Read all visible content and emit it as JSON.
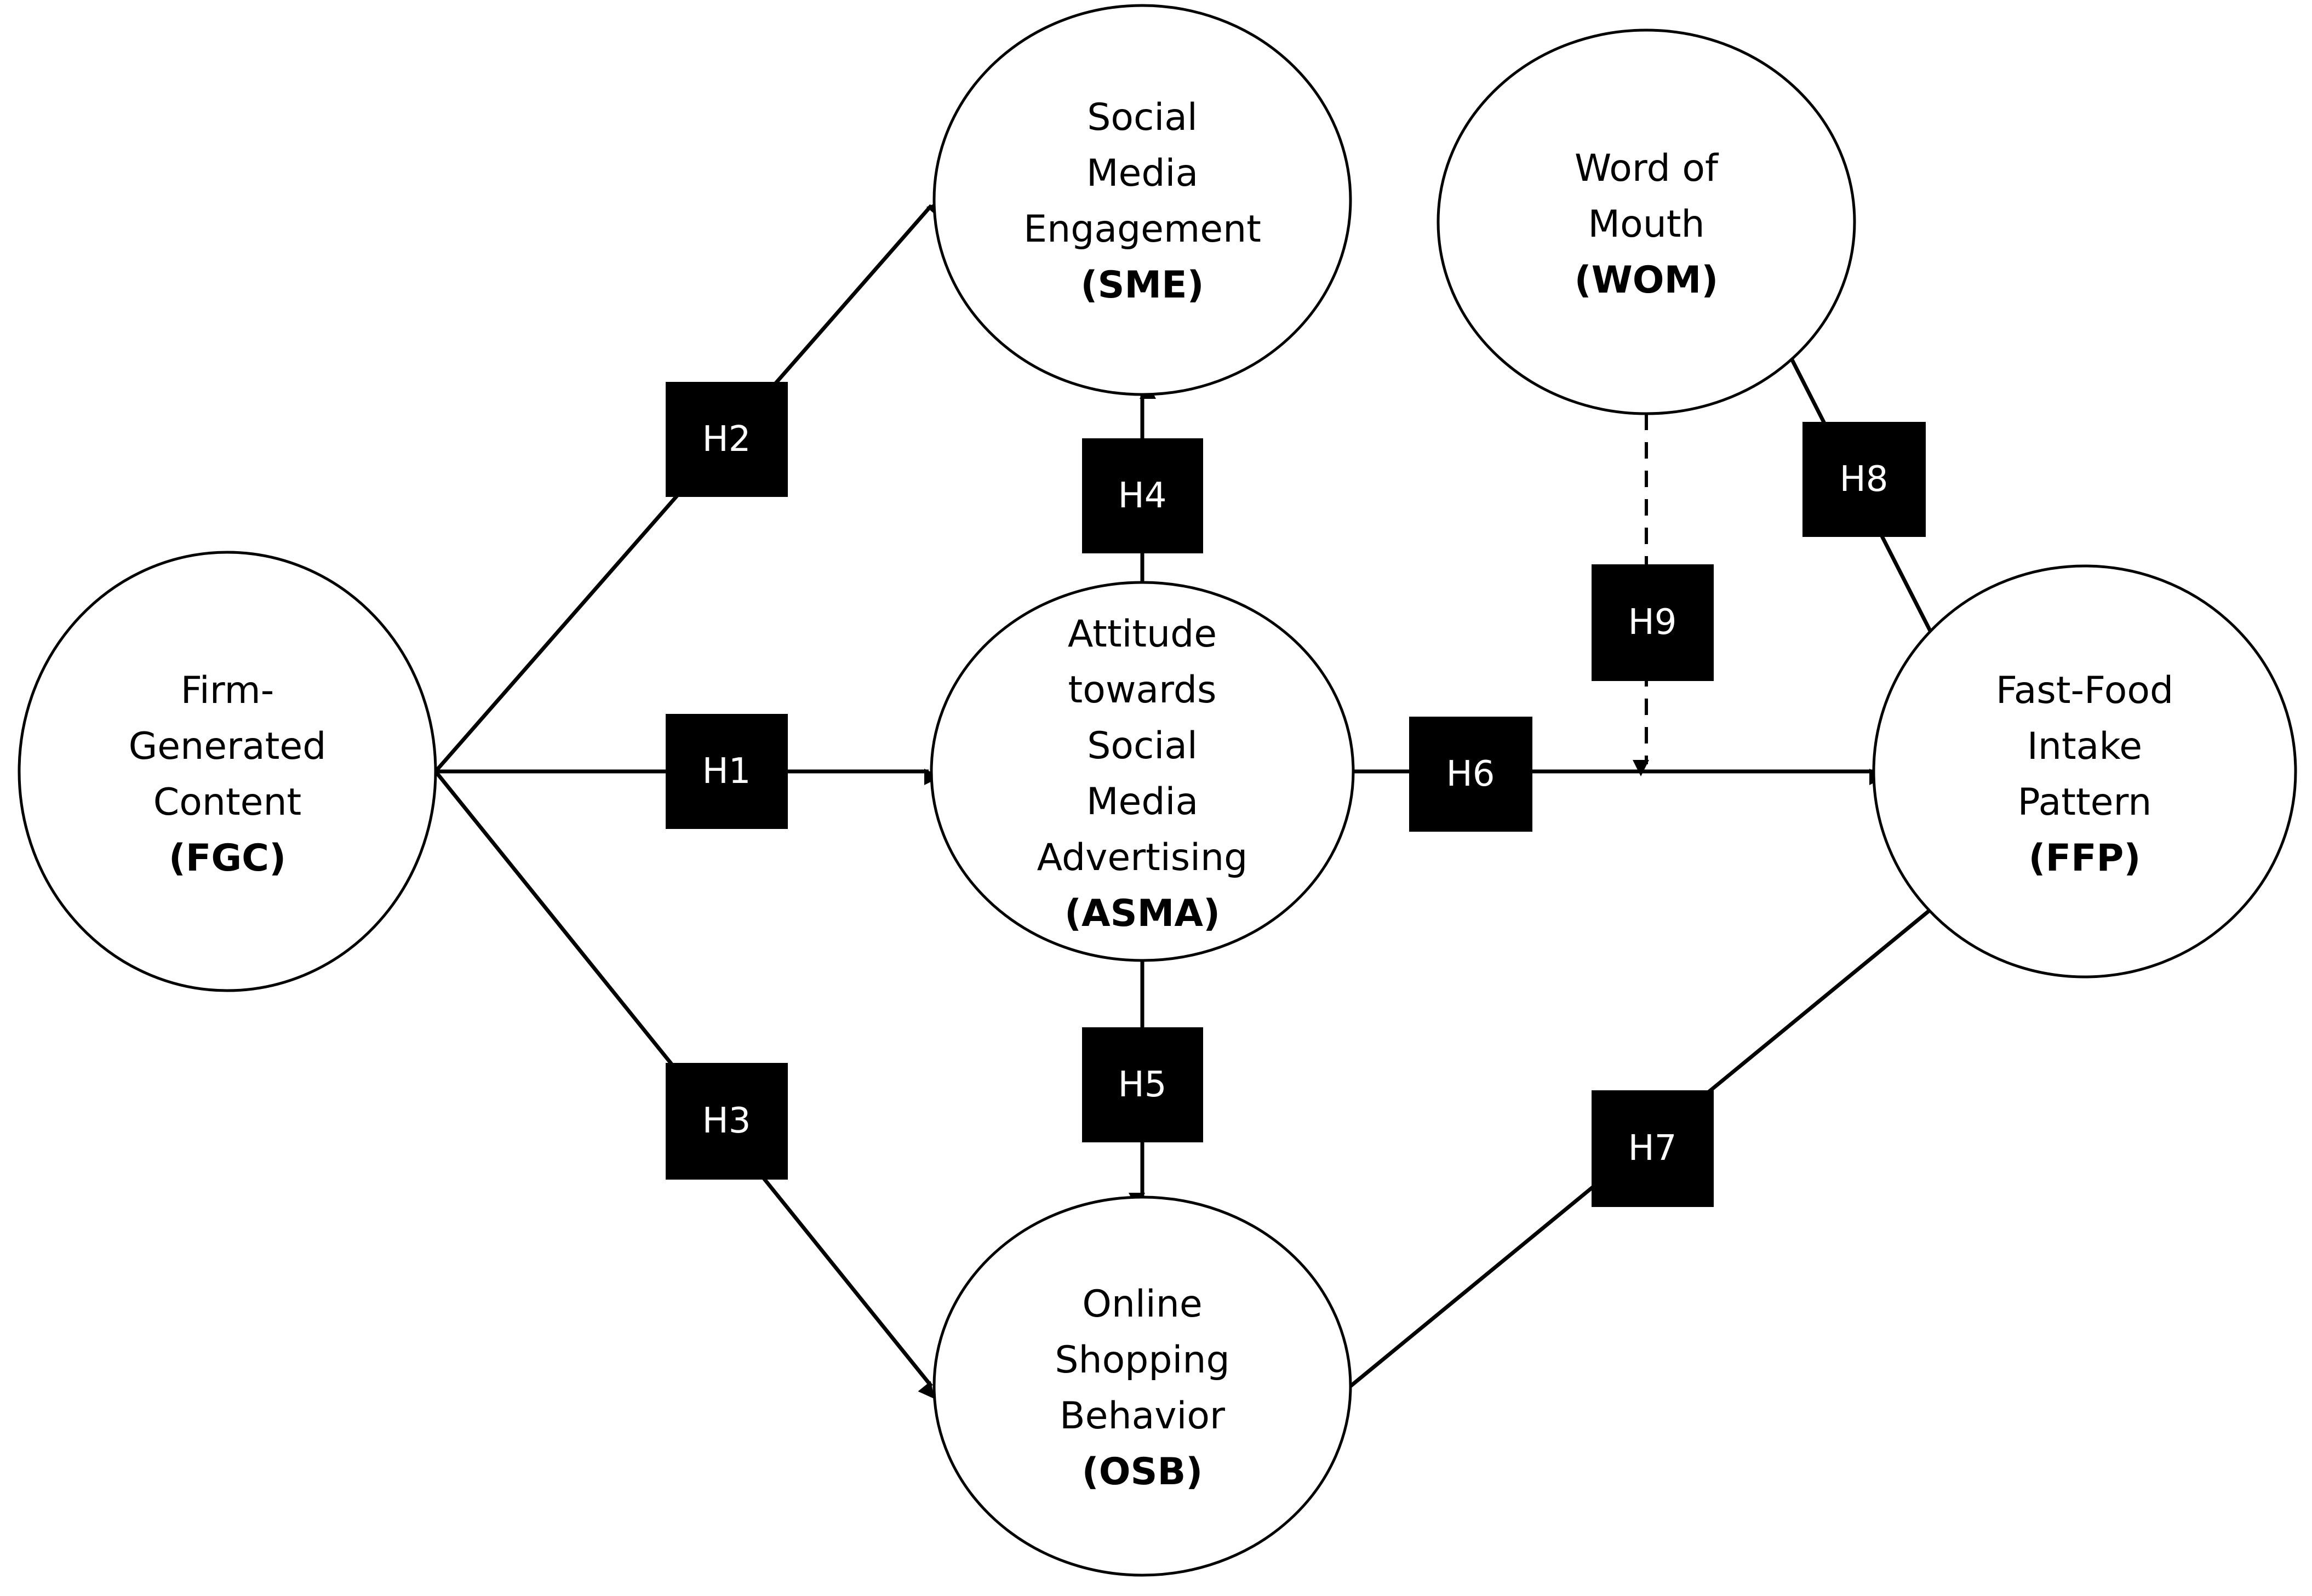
{
  "nodes": {
    "fgc": {
      "lines": [
        "Firm-",
        "Generated",
        "Content"
      ],
      "abbr": "(FGC)"
    },
    "sme": {
      "lines": [
        "Social",
        "Media",
        "Engagement"
      ],
      "abbr": "(SME)"
    },
    "wom": {
      "lines": [
        "Word of",
        "Mouth"
      ],
      "abbr": "(WOM)"
    },
    "asma": {
      "lines": [
        "Attitude",
        "towards",
        "Social",
        "Media",
        "Advertising"
      ],
      "abbr": "(ASMA)"
    },
    "ffp": {
      "lines": [
        "Fast-Food",
        "Intake",
        "Pattern"
      ],
      "abbr": "(FFP)"
    },
    "osb": {
      "lines": [
        "Online",
        "Shopping",
        "Behavior"
      ],
      "abbr": "(OSB)"
    }
  },
  "hypotheses": {
    "h1": "H1",
    "h2": "H2",
    "h3": "H3",
    "h4": "H4",
    "h5": "H5",
    "h6": "H6",
    "h7": "H7",
    "h8": "H8",
    "h9": "H9"
  },
  "edges": [
    {
      "from": "FGC",
      "to": "ASMA",
      "label": "H1",
      "style": "solid"
    },
    {
      "from": "FGC",
      "to": "SME",
      "label": "H2",
      "style": "solid"
    },
    {
      "from": "FGC",
      "to": "OSB",
      "label": "H3",
      "style": "solid"
    },
    {
      "from": "ASMA",
      "to": "SME",
      "label": "H4",
      "style": "solid"
    },
    {
      "from": "ASMA",
      "to": "OSB",
      "label": "H5",
      "style": "solid"
    },
    {
      "from": "ASMA",
      "to": "FFP",
      "label": "H6",
      "style": "solid"
    },
    {
      "from": "OSB",
      "to": "FFP",
      "label": "H7",
      "style": "solid"
    },
    {
      "from": "WOM",
      "to": "FFP",
      "label": "H8",
      "style": "solid"
    },
    {
      "from": "WOM",
      "to": "H6 path",
      "label": "H9",
      "style": "dashed"
    }
  ],
  "colors": {
    "ink": "#000000",
    "background": "#ffffff",
    "box_text": "#ffffff"
  }
}
